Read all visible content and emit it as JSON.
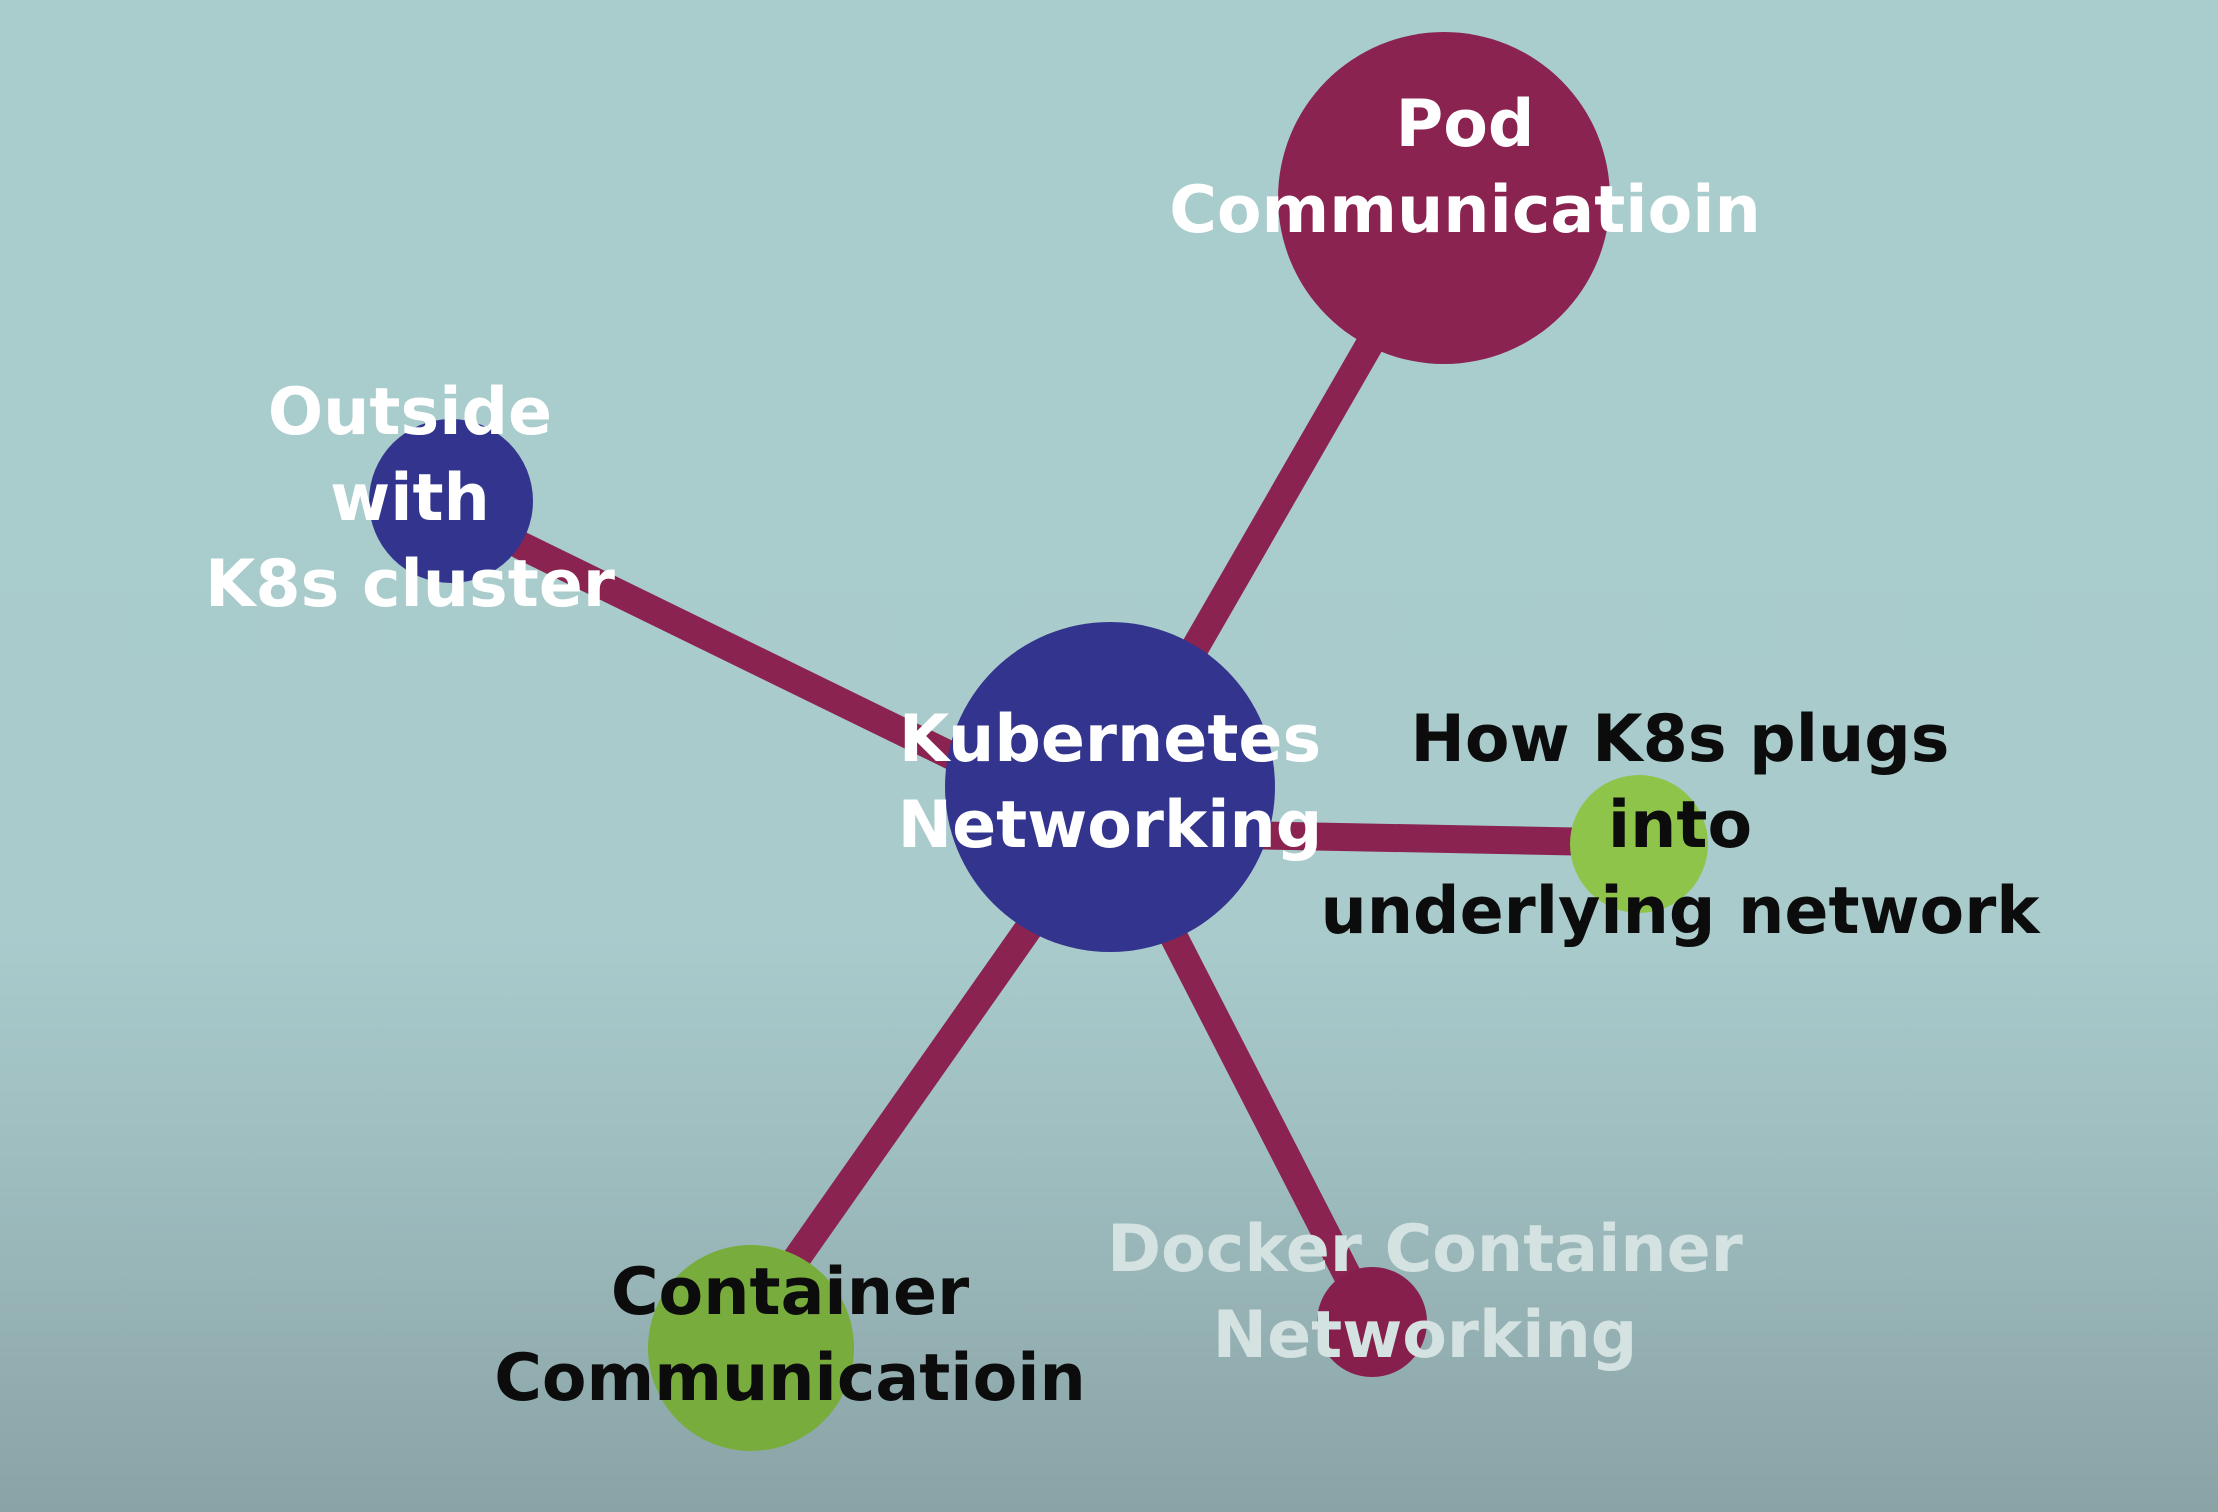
{
  "colors": {
    "edge": "#8a2350",
    "navy": "#33348e",
    "crimson": "#8a2350",
    "lime": "#8ec449"
  },
  "nodes": {
    "center": {
      "lines": [
        "Kubernetes",
        "Networking"
      ]
    },
    "pod": {
      "lines": [
        "Pod",
        "Communicatioin"
      ]
    },
    "outside": {
      "lines": [
        "Outside",
        "with",
        "K8s cluster"
      ]
    },
    "plugs": {
      "lines": [
        "How K8s plugs",
        "into",
        "underlying network"
      ]
    },
    "container": {
      "lines": [
        "Container",
        "Communicatioin"
      ]
    },
    "docker": {
      "lines": [
        "Docker Container",
        "Networking"
      ]
    }
  }
}
